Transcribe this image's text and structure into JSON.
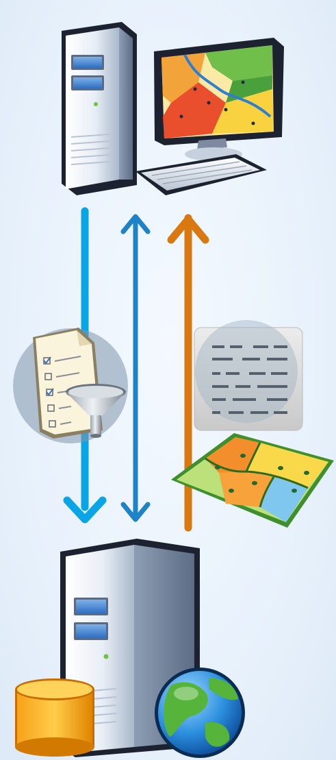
{
  "diagram": {
    "nodes": [
      {
        "id": "client",
        "icon": "desktop-computer-map-icon"
      },
      {
        "id": "server",
        "icon": "server-database-globe-icon"
      }
    ],
    "edges": [
      {
        "id": "query-request",
        "direction": "down",
        "color": "#0aa5e6",
        "icon": "filter-document-icon"
      },
      {
        "id": "two-way-exchange",
        "direction": "both",
        "color": "#1e82c8"
      },
      {
        "id": "map-response",
        "direction": "up",
        "color": "#d8780e",
        "icon": "map-data-icon"
      }
    ]
  }
}
